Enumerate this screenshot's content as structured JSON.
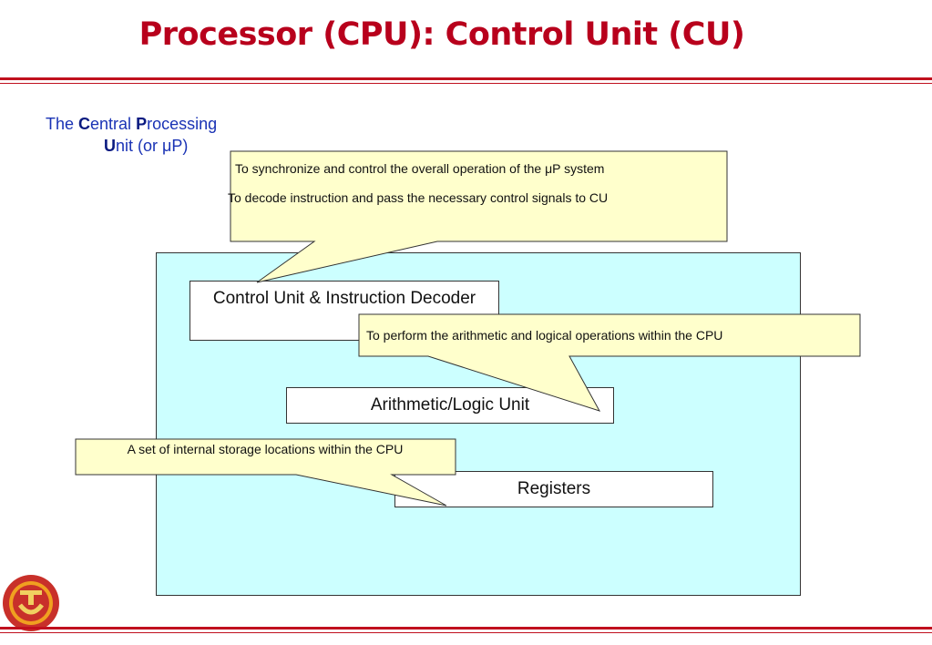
{
  "title": "Processor (CPU): Control Unit (CU)",
  "intro": {
    "line1_letter": "C",
    "line1_rest": "entral ",
    "line1_letter2": "P",
    "line1_rest2": "rocessing",
    "line2_letter": "U",
    "line2_rest": "nit (or μP)",
    "prefix": "The "
  },
  "callouts": {
    "cu_line1": "To synchronize and control the  overall operation of the μP system",
    "cu_line2": "To decode instruction and  pass the necessary control signals to CU",
    "alu": "To perform the arithmetic and  logical operations within the CPU",
    "registers": "A set of internal storage locations within the CPU"
  },
  "units": {
    "cu": "Control Unit & Instruction Decoder",
    "alu": "Arithmetic/Logic Unit",
    "registers": "Registers"
  },
  "colors": {
    "title": "#b8001c",
    "cpu_fill": "#ccffff",
    "callout_fill": "#ffffcc",
    "rule": "#c0101e"
  },
  "logo_icon": "university-seal-icon"
}
